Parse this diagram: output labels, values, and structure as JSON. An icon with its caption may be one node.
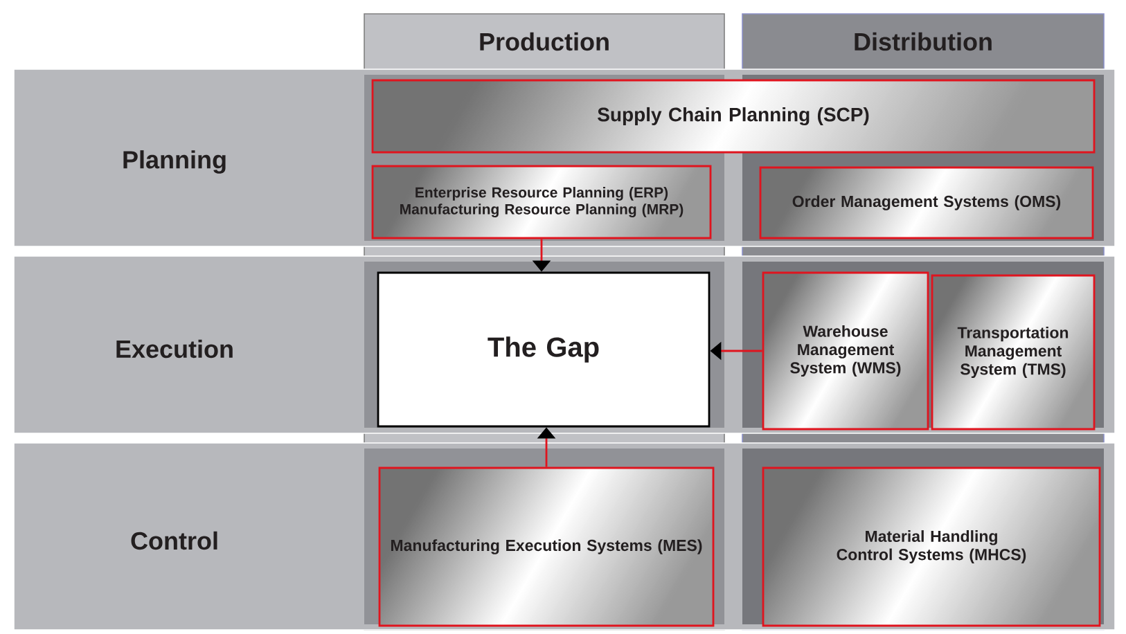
{
  "diagram": {
    "nodes": [
      {
        "text": [
          "Production"
        ]
      },
      {
        "text": [
          "Distribution"
        ]
      },
      {
        "text": [
          "Planning"
        ]
      },
      {
        "text": [
          "Execution"
        ]
      },
      {
        "text": [
          "Control"
        ]
      },
      {
        "text": [
          "Supply Chain Planning (SCP)"
        ],
        "in": 2
      },
      {
        "text": [
          "Enterprise Resource Planning (ERP)",
          "Manufacturing Resource Planning (MRP)"
        ],
        "in": 2
      },
      {
        "text": [
          "Order Management Systems (OMS)"
        ],
        "in": 2
      },
      {
        "text": [
          "The Gap"
        ],
        "in": 3
      },
      {
        "text": [
          "Warehouse Management System (WMS)"
        ],
        "in": 3
      },
      {
        "text": [
          "Transportation Management System (TMS)"
        ],
        "in": 3
      },
      {
        "text": [
          "Manufacturing Execution Systems (MES)"
        ],
        "in": 4
      },
      {
        "text": [
          "Material Handling Control Systems (MHCS)"
        ],
        "in": 4
      }
    ],
    "edges": [
      {
        "from": 6,
        "to": 8,
        "arrow": "to"
      },
      {
        "from": 9,
        "to": 8,
        "arrow": "to"
      },
      {
        "from": 11,
        "to": 8,
        "arrow": "to"
      }
    ]
  }
}
